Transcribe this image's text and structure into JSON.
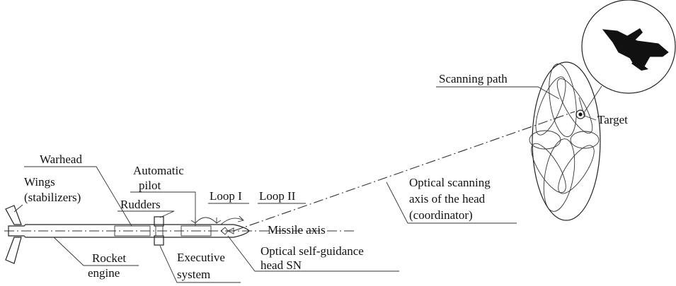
{
  "labels": {
    "warhead": "Warhead",
    "wings_1": "Wings",
    "wings_2": "(stabilizers)",
    "automatic_1": "Automatic",
    "automatic_2": "pilot",
    "rudders": "Rudders",
    "loop1": "Loop I",
    "loop2": "Loop II",
    "missile_axis": "Missile axis",
    "rocket_1": "Rocket",
    "rocket_2": "engine",
    "executive_1": "Executive",
    "executive_2": "system",
    "optical_self_1": "Optical self-guidance",
    "optical_self_2": "head SN",
    "optical_scan_1": "Optical scanning",
    "optical_scan_2": "axis of the head",
    "optical_scan_3": "(coordinator)",
    "scanning_path": "Scanning path",
    "target": "Target"
  }
}
